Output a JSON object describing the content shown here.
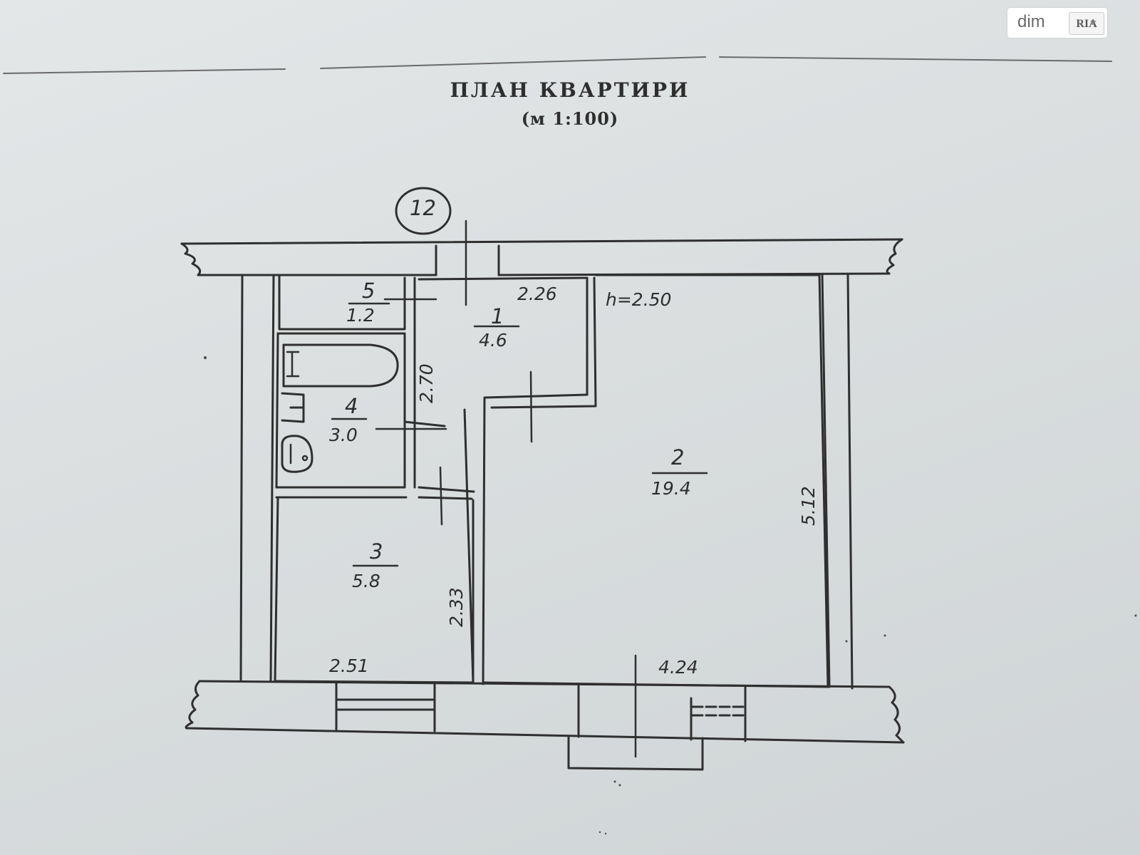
{
  "watermark": {
    "text": "dim",
    "logo": "RIA"
  },
  "header": {
    "title": "ПЛАН КВАРТИРИ",
    "scale": "(м 1:100)"
  },
  "apartment_number": "12",
  "ceiling_height": "h=2.50",
  "rooms": [
    {
      "number": "1",
      "area": "4.6"
    },
    {
      "number": "2",
      "area": "19.4"
    },
    {
      "number": "3",
      "area": "5.8"
    },
    {
      "number": "4",
      "area": "3.0"
    },
    {
      "number": "5",
      "area": "1.2"
    }
  ],
  "dimensions": {
    "hall_width": "2.26",
    "hall_length": "2.70",
    "room2_length": "5.12",
    "room2_width": "4.24",
    "room3_width": "2.51",
    "room3_length": "2.33"
  },
  "icons": [
    "bathtub-icon",
    "sink-icon",
    "toilet-icon"
  ]
}
